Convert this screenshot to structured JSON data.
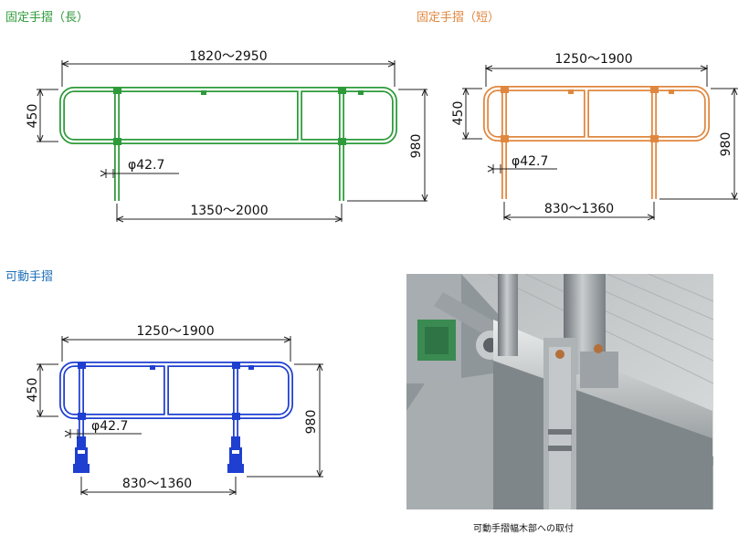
{
  "sections": {
    "fixed_long": {
      "title": "固定手摺（長）",
      "color": "#2e9a3a",
      "dim_width": "1820〜2950",
      "dim_height_frame": "450",
      "dim_height_total": "980",
      "dim_post_span": "1350〜2000",
      "dim_pipe": "φ42.7"
    },
    "fixed_short": {
      "title": "固定手摺（短）",
      "color": "#e0873f",
      "dim_width": "1250〜1900",
      "dim_height_frame": "450",
      "dim_height_total": "980",
      "dim_post_span": "830〜1360",
      "dim_pipe": "φ42.7"
    },
    "movable": {
      "title": "可動手摺",
      "color": "#1f3fd0",
      "dim_width": "1250〜1900",
      "dim_height_frame": "450",
      "dim_height_total": "980",
      "dim_post_span": "830〜1360",
      "dim_pipe": "φ42.7"
    }
  },
  "photo": {
    "caption": "可動手摺幅木部への取付"
  }
}
